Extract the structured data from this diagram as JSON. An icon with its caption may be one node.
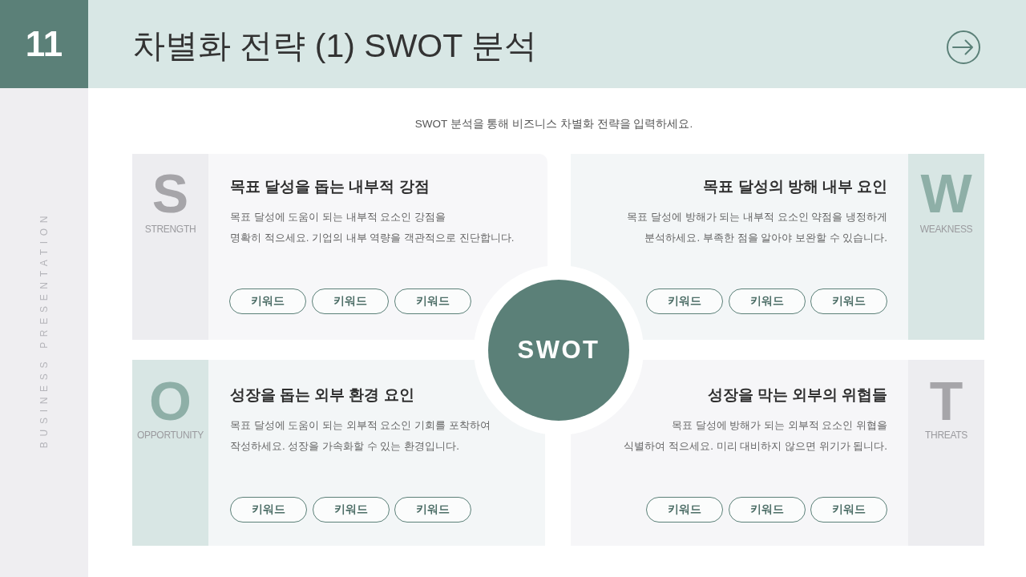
{
  "diagram": {
    "title": "차별화 전략 (1) SWOT 분석",
    "nodes": [
      {
        "text": [
          "11"
        ]
      },
      {
        "text": [
          "S",
          "STRENGTH"
        ]
      },
      {
        "text": [
          "목표 달성을 돕는 내부적 강점",
          "목표 달성에 도움이 되는 내부적 요소인 강점을 명확히 적으세요. 기업의 내부 역량을 객관적으로 진단합니다."
        ]
      },
      {
        "text": [
          "키워드"
        ],
        "in": 2
      },
      {
        "text": [
          "키워드"
        ],
        "in": 2
      },
      {
        "text": [
          "키워드"
        ],
        "in": 2
      },
      {
        "text": [
          "목표 달성의 방해 내부 요인",
          "목표 달성에 방해가 되는 내부적 요소인 약점을 냉정하게 분석하세요. 부족한 점을 알아야 보완할 수 있습니다."
        ]
      },
      {
        "text": [
          "키워드"
        ],
        "in": 6
      },
      {
        "text": [
          "키워드"
        ],
        "in": 6
      },
      {
        "text": [
          "키워드"
        ],
        "in": 6
      },
      {
        "text": [
          "W",
          "WEAKNESS"
        ]
      },
      {
        "text": [
          "SWOT"
        ]
      },
      {
        "text": [
          "O",
          "OPPORTUNITY"
        ]
      },
      {
        "text": [
          "성장을 돕는 외부 환경 요인",
          "목표 달성에 도움이 되는 외부적 요소인 기회를 포착하여 작성하세요. 성장을 가속화할 수 있는 환경입니다."
        ]
      },
      {
        "text": [
          "키워드"
        ],
        "in": 13
      },
      {
        "text": [
          "키워드"
        ],
        "in": 13
      },
      {
        "text": [
          "키워드"
        ],
        "in": 13
      },
      {
        "text": [
          "성장을 막는 외부의 위협들",
          "목표 달성에 방해가 되는 외부적 요소인 위협을 식별하여 적으세요. 미리 대비하지 않으면 위기가 됩니다."
        ]
      },
      {
        "text": [
          "키워드"
        ],
        "in": 17
      },
      {
        "text": [
          "키워드"
        ],
        "in": 17
      },
      {
        "text": [
          "키워드"
        ],
        "in": 17
      },
      {
        "text": [
          "T",
          "THREATS"
        ]
      }
    ],
    "labels": [
      "SWOT 분석을 통해 비즈니스 차별화 전략을 입력하세요.",
      "BUSINESS PRESENTATION"
    ]
  }
}
